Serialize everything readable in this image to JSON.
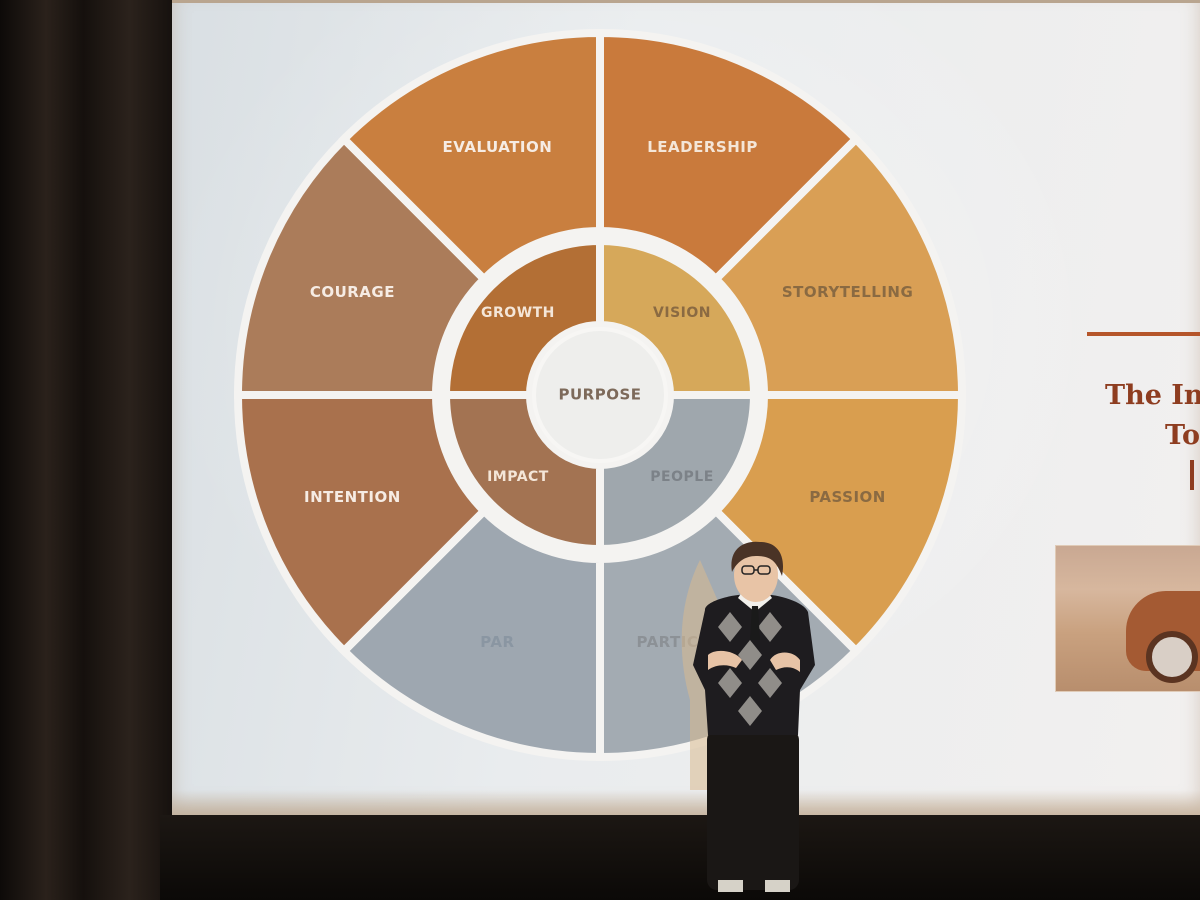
{
  "wheel": {
    "center_label": "PURPOSE",
    "inner_segments": [
      {
        "label": "GROWTH",
        "color": "#b36f35"
      },
      {
        "label": "VISION",
        "color": "#d6a85a"
      },
      {
        "label": "PEOPLE",
        "color": "#9fa7ad"
      },
      {
        "label": "IMPACT",
        "color": "#a37352"
      }
    ],
    "outer_segments": [
      {
        "label": "LEADERSHIP",
        "color": "#c97a3c"
      },
      {
        "label": "STORYTELLING",
        "color": "#d99f55"
      },
      {
        "label": "PASSION",
        "color": "#d99e4f"
      },
      {
        "label": "PARTICIPATION",
        "color": "#a3abb2"
      },
      {
        "label": "PAR",
        "color": "#9ea7b0"
      },
      {
        "label": "INTENTION",
        "color": "#a9714d"
      },
      {
        "label": "COURAGE",
        "color": "#ab7c5a"
      },
      {
        "label": "EVALUATION",
        "color": "#c97f3f"
      }
    ]
  },
  "side_panel": {
    "title_line1": "The In",
    "title_line2": "To",
    "accent_color": "#b5552a"
  }
}
